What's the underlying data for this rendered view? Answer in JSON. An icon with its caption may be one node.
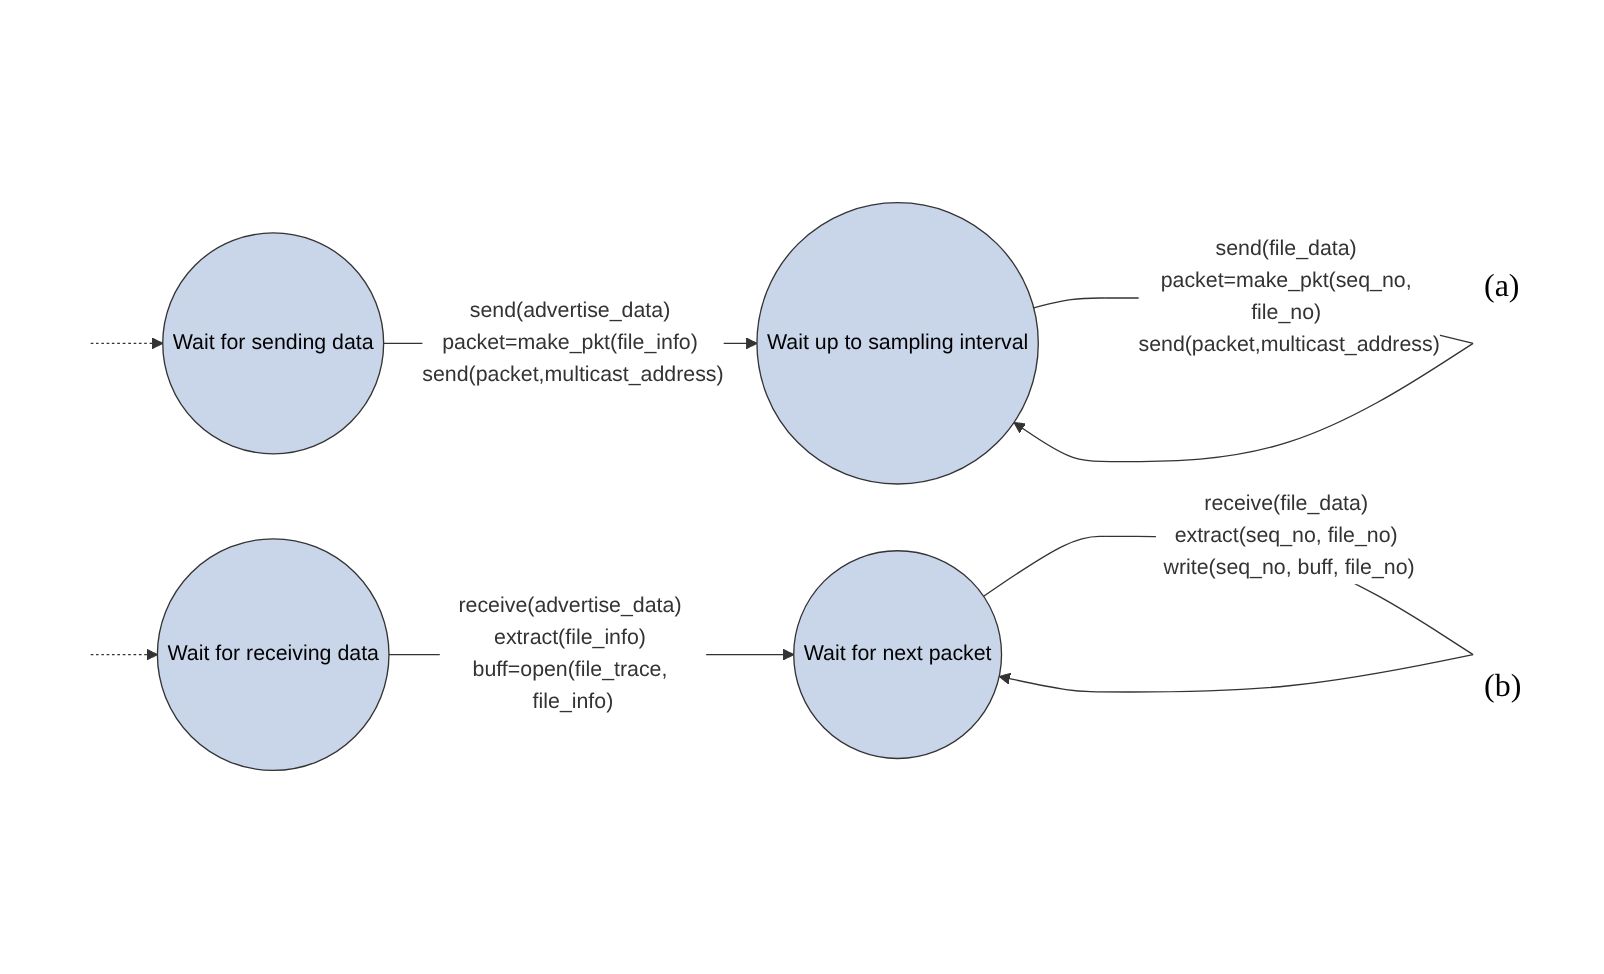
{
  "diagram": {
    "nodes": [
      {
        "text": [
          "Wait for sending data"
        ]
      },
      {
        "text": [
          "Wait up to sampling interval"
        ]
      },
      {
        "text": [
          "Wait for receiving data"
        ]
      },
      {
        "text": [
          "Wait for next packet"
        ]
      }
    ],
    "edges": [
      {
        "from": null,
        "to": 0,
        "arrow": "to",
        "style": "dashed"
      },
      {
        "from": 0,
        "to": 1,
        "arrow": "to",
        "label": "send(advertise_data) packet=make_pkt(file_info) send(packet,multicast_address)"
      },
      {
        "from": 1,
        "to": 1,
        "arrow": "to",
        "label": "send(file_data) packet=make_pkt(seq_no, file_no) send(packet,multicast_address)"
      },
      {
        "from": null,
        "to": 2,
        "arrow": "to",
        "style": "dashed"
      },
      {
        "from": 2,
        "to": 3,
        "arrow": "to",
        "label": "receive(advertise_data) extract(file_info) buff=open(file_trace, file_info)"
      },
      {
        "from": 3,
        "to": 3,
        "arrow": "to",
        "label": "receive(file_data) extract(seq_no, file_no) write(seq_no, buff, file_no)"
      }
    ],
    "labels": [
      "(a)",
      "(b)"
    ]
  }
}
